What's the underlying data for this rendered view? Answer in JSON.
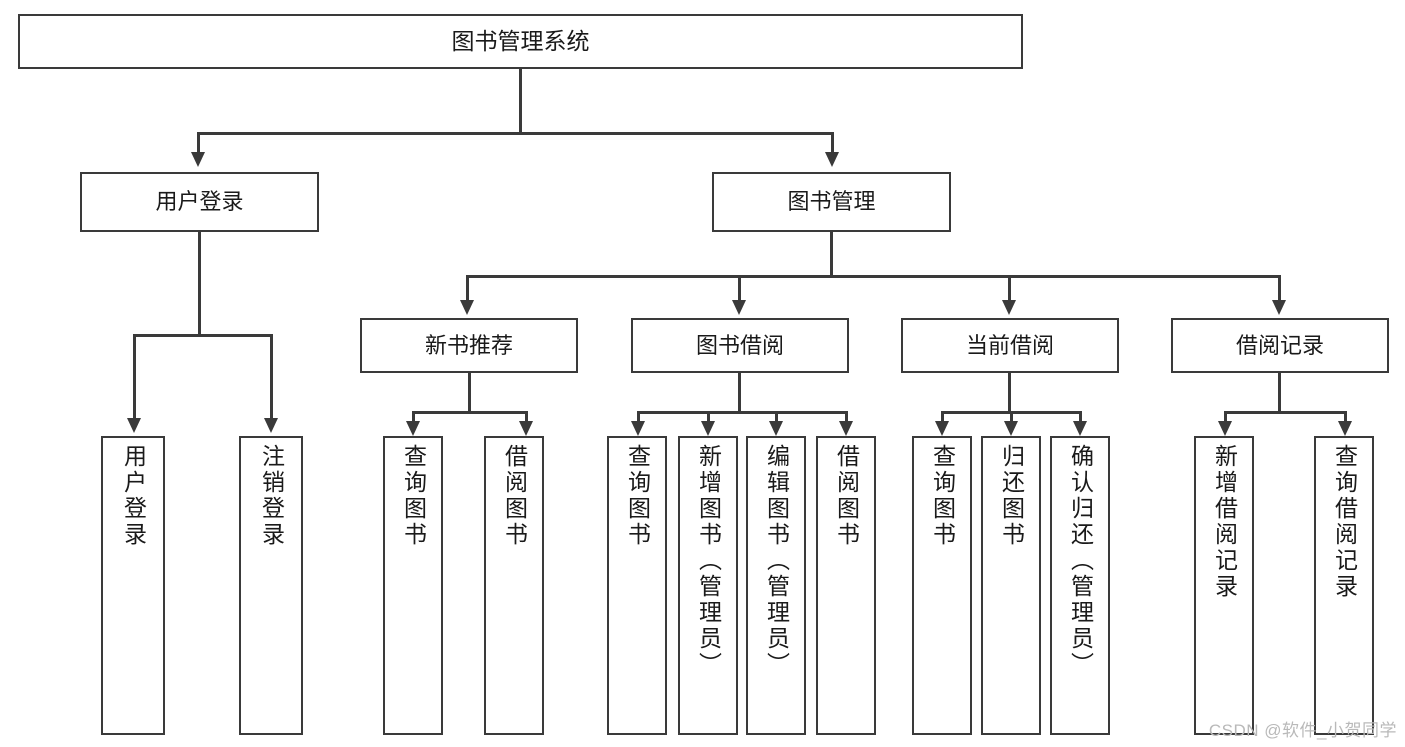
{
  "diagram": {
    "type": "org-tree",
    "title": "图书管理系统",
    "root": {
      "label": "图书管理系统"
    },
    "level1": [
      {
        "id": "user-login",
        "label": "用户登录"
      },
      {
        "id": "book-manage",
        "label": "图书管理"
      }
    ],
    "level2": [
      {
        "id": "new-book-recommend",
        "label": "新书推荐",
        "parent": "book-manage"
      },
      {
        "id": "book-borrow",
        "label": "图书借阅",
        "parent": "book-manage"
      },
      {
        "id": "current-borrow",
        "label": "当前借阅",
        "parent": "book-manage"
      },
      {
        "id": "borrow-record",
        "label": "借阅记录",
        "parent": "book-manage"
      }
    ],
    "leaves": [
      {
        "id": "leaf-user-login",
        "label": "用户登录",
        "parent": "user-login"
      },
      {
        "id": "leaf-user-logout",
        "label": "注销登录",
        "parent": "user-login"
      },
      {
        "id": "leaf-query-book-1",
        "label": "查询图书",
        "parent": "new-book-recommend"
      },
      {
        "id": "leaf-borrow-book-1",
        "label": "借阅图书",
        "parent": "new-book-recommend"
      },
      {
        "id": "leaf-query-book-2",
        "label": "查询图书",
        "parent": "book-borrow"
      },
      {
        "id": "leaf-add-book",
        "label": "新增图书（管理员）",
        "parent": "book-borrow"
      },
      {
        "id": "leaf-edit-book",
        "label": "编辑图书（管理员）",
        "parent": "book-borrow"
      },
      {
        "id": "leaf-borrow-book-2",
        "label": "借阅图书",
        "parent": "book-borrow"
      },
      {
        "id": "leaf-query-book-3",
        "label": "查询图书",
        "parent": "current-borrow"
      },
      {
        "id": "leaf-return-book",
        "label": "归还图书",
        "parent": "current-borrow"
      },
      {
        "id": "leaf-confirm-return",
        "label": "确认归还（管理员）",
        "parent": "current-borrow"
      },
      {
        "id": "leaf-add-record",
        "label": "新增借阅记录",
        "parent": "borrow-record"
      },
      {
        "id": "leaf-query-record",
        "label": "查询借阅记录",
        "parent": "borrow-record"
      }
    ]
  },
  "watermark": {
    "text": "CSDN @软件_小贺同学"
  },
  "colors": {
    "border": "#3a3a3a",
    "background": "#ffffff",
    "text": "#1a1a1a",
    "watermark": "#b9b9b9"
  }
}
